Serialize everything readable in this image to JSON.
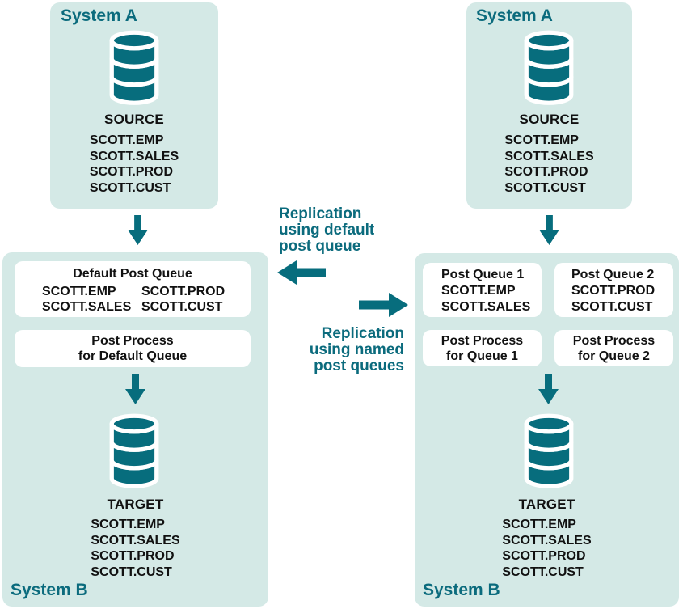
{
  "colors": {
    "teal": "#076d7d",
    "teal_text": "#0b6b7d",
    "panel_bg": "#d4e9e6",
    "box_bg": "#ffffff",
    "body_text": "#111111"
  },
  "left": {
    "system_a": {
      "title": "System A",
      "db_icon": "database-cylinder-icon",
      "db_label": "SOURCE",
      "tables": [
        "SCOTT.EMP",
        "SCOTT.SALES",
        "SCOTT.PROD",
        "SCOTT.CUST"
      ]
    },
    "flow_arrow": "down-arrow-icon",
    "system_b": {
      "queue_box": {
        "title": "Default Post Queue",
        "col1": [
          "SCOTT.EMP",
          "SCOTT.SALES"
        ],
        "col2": [
          "SCOTT.PROD",
          "SCOTT.CUST"
        ]
      },
      "process_box": {
        "line1": "Post Process",
        "line2": "for Default Queue"
      },
      "db_icon": "database-cylinder-icon",
      "db_label": "TARGET",
      "tables": [
        "SCOTT.EMP",
        "SCOTT.SALES",
        "SCOTT.PROD",
        "SCOTT.CUST"
      ],
      "title": "System B"
    }
  },
  "right": {
    "system_a": {
      "title": "System A",
      "db_icon": "database-cylinder-icon",
      "db_label": "SOURCE",
      "tables": [
        "SCOTT.EMP",
        "SCOTT.SALES",
        "SCOTT.PROD",
        "SCOTT.CUST"
      ]
    },
    "flow_arrow": "down-arrow-icon",
    "system_b": {
      "queue_boxes": [
        {
          "title": "Post Queue 1",
          "tables": [
            "SCOTT.EMP",
            "SCOTT.SALES"
          ]
        },
        {
          "title": "Post Queue 2",
          "tables": [
            "SCOTT.PROD",
            "SCOTT.CUST"
          ]
        }
      ],
      "process_boxes": [
        {
          "line1": "Post Process",
          "line2": "for Queue 1"
        },
        {
          "line1": "Post Process",
          "line2": "for Queue 2"
        }
      ],
      "db_icon": "database-cylinder-icon",
      "db_label": "TARGET",
      "tables": [
        "SCOTT.EMP",
        "SCOTT.SALES",
        "SCOTT.PROD",
        "SCOTT.CUST"
      ],
      "title": "System B"
    }
  },
  "middle": {
    "label_default": {
      "line1": "Replication",
      "line2": "using default",
      "line3": "post queue"
    },
    "arrow_default": "left-arrow-icon",
    "arrow_named": "right-arrow-icon",
    "label_named": {
      "line1": "Replication",
      "line2": "using named",
      "line3": "post queues"
    }
  }
}
